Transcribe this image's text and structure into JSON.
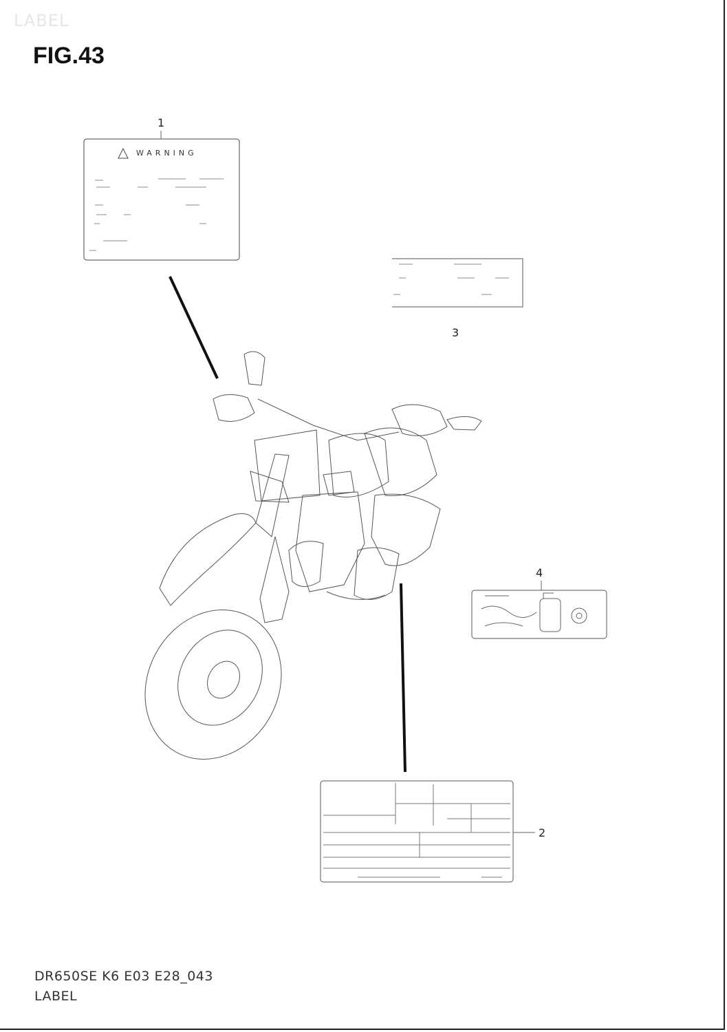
{
  "watermark": "LABEL",
  "figure": {
    "title": "FIG.43"
  },
  "callouts": [
    {
      "number": "1",
      "part": "warning-label"
    },
    {
      "number": "2",
      "part": "information-label"
    },
    {
      "number": "3",
      "part": "small-label"
    },
    {
      "number": "4",
      "part": "pictogram-label"
    }
  ],
  "labels": {
    "warning_text": "WARNING"
  },
  "footer": {
    "code": "DR650SE K6 E03 E28_043",
    "name": "LABEL"
  }
}
